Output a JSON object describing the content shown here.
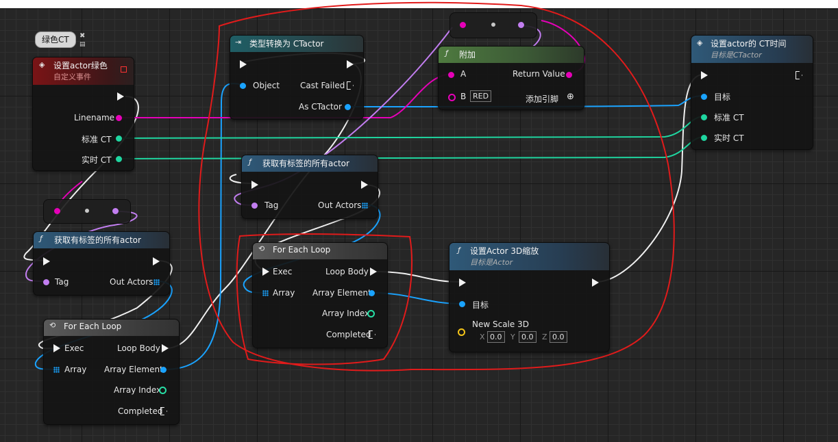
{
  "tooltip": {
    "label": "绿色CT"
  },
  "event_node": {
    "title": "设置actor绿色",
    "subtitle": "自定义事件",
    "pins": {
      "linename": "Linename",
      "standard_ct": "标准 CT",
      "realtime_ct": "实时 CT"
    }
  },
  "cast_node": {
    "title": "类型转换为 CTactor",
    "pins": {
      "object": "Object",
      "cast_failed": "Cast Failed",
      "as_ctactor": "As CTactor"
    }
  },
  "append_node": {
    "title": "附加",
    "pins": {
      "a": "A",
      "b": "B",
      "b_value": "RED",
      "return_value": "Return Value",
      "add_pin": "添加引脚"
    }
  },
  "set_ct_time_node": {
    "title": "设置actor的 CT时间",
    "subtitle": "目标是CTactor",
    "pins": {
      "target": "目标",
      "standard_ct": "标准 CT",
      "realtime_ct": "实时 CT"
    }
  },
  "get_actors_node_top": {
    "title": "获取有标签的所有actor",
    "pins": {
      "tag": "Tag",
      "out_actors": "Out Actors"
    }
  },
  "get_actors_node_left": {
    "title": "获取有标签的所有actor",
    "pins": {
      "tag": "Tag",
      "out_actors": "Out Actors"
    }
  },
  "foreach_node_inner": {
    "title": "For Each Loop",
    "pins": {
      "exec": "Exec",
      "array": "Array",
      "loop_body": "Loop Body",
      "array_element": "Array Element",
      "array_index": "Array Index",
      "completed": "Completed"
    }
  },
  "foreach_node_left": {
    "title": "For Each Loop",
    "pins": {
      "exec": "Exec",
      "array": "Array",
      "loop_body": "Loop Body",
      "array_element": "Array Element",
      "array_index": "Array Index",
      "completed": "Completed"
    }
  },
  "set_scale_node": {
    "title": "设置Actor 3D缩放",
    "subtitle": "目标是Actor",
    "pins": {
      "target": "目标",
      "new_scale": "New Scale 3D",
      "x_label": "X",
      "y_label": "Y",
      "z_label": "Z",
      "x": "0.0",
      "y": "0.0",
      "z": "0.0"
    }
  },
  "colors": {
    "exec": "#f2f2f2",
    "object_pin": "#1aa3ff",
    "string_pin": "#e600b8",
    "float_pin": "#1fd6a0",
    "int_pin": "#27e0a6",
    "name_pin": "#c27ef0",
    "vector_pin": "#f5c518",
    "annotation": "#e11b1b"
  },
  "icons": {
    "event": "event-diamond-icon",
    "function": "function-f-icon",
    "loop": "loop-icon",
    "cast": "cast-arrow-icon"
  }
}
